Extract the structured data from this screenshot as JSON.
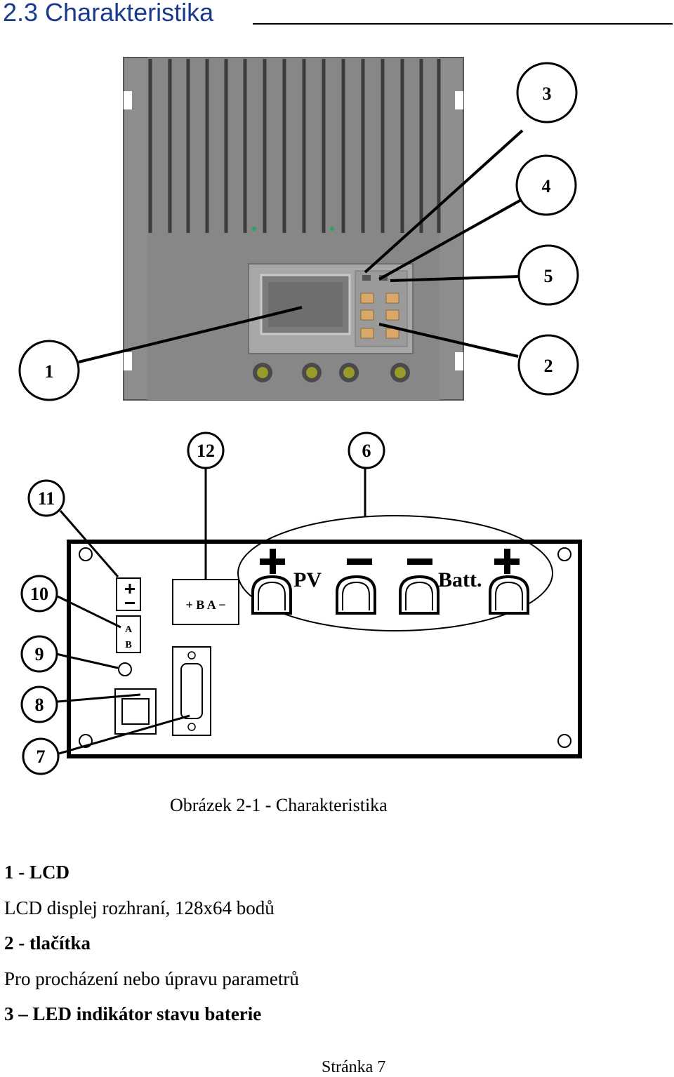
{
  "section": {
    "heading": "2.3 Charakteristika"
  },
  "figure": {
    "caption": "Obrázek 2-1 - Charakteristika",
    "callouts_top": [
      "1",
      "2",
      "3",
      "4",
      "5"
    ],
    "callouts_bottom": [
      "6",
      "7",
      "8",
      "9",
      "10",
      "11",
      "12"
    ],
    "panel_labels": {
      "pv": "PV",
      "batt": "Batt.",
      "plus": "+",
      "minus": "−",
      "terminal_12": "+ B A −",
      "terminal_a": "A",
      "terminal_b": "B"
    }
  },
  "items": [
    {
      "title": "1 - LCD",
      "desc": "LCD displej rozhraní, 128x64 bodů"
    },
    {
      "title": "2 - tlačítka",
      "desc": "Pro procházení nebo úpravu parametrů"
    },
    {
      "title": "3 – LED indikátor stavu baterie"
    }
  ],
  "footer": {
    "page": "Stránka 7"
  },
  "colors": {
    "heading": "#1a3a8c",
    "device_body": "#8a8a8a",
    "device_dark": "#5d5d5d"
  }
}
